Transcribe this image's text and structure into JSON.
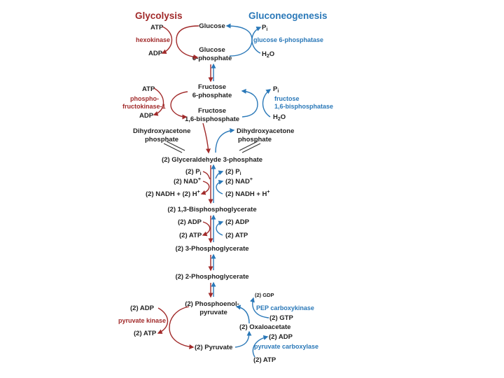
{
  "colors": {
    "glycolysis": "#a12a2a",
    "gluconeogenesis": "#2a78b8",
    "text": "#222222"
  },
  "titles": {
    "glycolysis": "Glycolysis",
    "gluconeogenesis": "Gluconeogenesis"
  },
  "step1": {
    "glucose": "Glucose",
    "g6p_1": "Glucose",
    "g6p_2": "6-phosphate",
    "atp": "ATP",
    "adp": "ADP",
    "enzyme_gly": "hexokinase",
    "pi": "P",
    "pi_sub": "i",
    "enzyme_glu": "glucose 6-phosphatase",
    "h2o": "H",
    "h2o_sub": "2",
    "h2o_end": "O"
  },
  "step2": {
    "f6p_1": "Fructose",
    "f6p_2": "6-phosphate",
    "f16bp_1": "Fructose",
    "f16bp_2": "1,6-bisphosphate",
    "atp": "ATP",
    "adp": "ADP",
    "enzyme_gly_1": "phospho-",
    "enzyme_gly_2": "fructokinase-1",
    "pi": "P",
    "pi_sub": "i",
    "enzyme_glu_1": "fructose",
    "enzyme_glu_2": "1,6-bisphosphatase",
    "h2o": "H",
    "h2o_sub": "2",
    "h2o_end": "O"
  },
  "step3": {
    "dhap_left_1": "Dihydroxyacetone",
    "dhap_left_2": "phosphate",
    "dhap_right_1": "Dihydroxyacetone",
    "dhap_right_2": "phosphate",
    "gap": "(2) Glyceraldehyde 3-phosphate"
  },
  "step4": {
    "pi_l": "(2) P",
    "pi_l_sub": "i",
    "nad_l": "(2) NAD",
    "nad_l_sup": "+",
    "nadh_l": "(2) NADH + (2) H",
    "nadh_l_sup": "+",
    "pi_r": "(2) P",
    "pi_r_sub": "i",
    "nad_r": "(2) NAD",
    "nad_r_sup": "+",
    "nadh_r": "(2) NADH + H",
    "nadh_r_sup": "+",
    "bpg": "(2) 1,3-Bisphosphoglycerate"
  },
  "step5": {
    "adp_l": "(2) ADP",
    "atp_l": "(2) ATP",
    "adp_r": "(2) ADP",
    "atp_r": "(2) ATP",
    "pg3": "(2) 3-Phosphoglycerate"
  },
  "step6": {
    "pg2": "(2) 2-Phosphoglycerate"
  },
  "step7": {
    "pep_1": "(2) Phosphoenol-",
    "pep_2": "pyruvate",
    "adp": "(2) ADP",
    "enzyme_gly": "pyruvate kinase",
    "atp": "(2) ATP",
    "pyruvate": "(2) Pyruvate",
    "gdp": "(2) GDP",
    "enzyme_pepck": "PEP carboxykinase",
    "gtp": "(2) GTP",
    "oaa": "(2) Oxaloacetate",
    "adp_r": "(2) ADP",
    "enzyme_pc": "pyruvate carboxylase",
    "atp_r": "(2) ATP"
  }
}
